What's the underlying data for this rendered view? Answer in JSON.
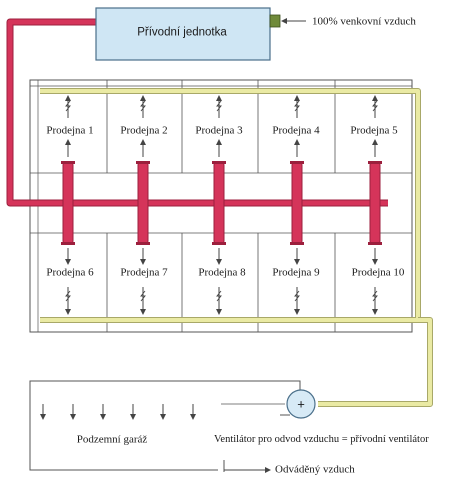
{
  "supply_unit": {
    "label": "Přívodní jednotka",
    "outdoor_air_label": "100% venkovní vzduch"
  },
  "stores": {
    "top_row": [
      "Prodejna 1",
      "Prodejna 2",
      "Prodejna 3",
      "Prodejna 4",
      "Prodejna 5"
    ],
    "bottom_row": [
      "Prodejna 6",
      "Prodejna 7",
      "Prodejna 8",
      "Prodejna 9",
      "Prodejna 10"
    ]
  },
  "garage": {
    "label": "Podzemní garáž"
  },
  "fan": {
    "symbol": "+",
    "label": "Ventilátor pro odvod vzduchu = přívodní ventilátor"
  },
  "exhaust": {
    "label": "Odváděný vzduch"
  },
  "colors": {
    "supply_duct": "#d5345a",
    "supply_duct_edge": "#9c1f3d",
    "transfer_duct": "#eaeaa4",
    "transfer_duct_edge": "#a8a868",
    "unit_fill": "#cfe6f4",
    "unit_edge": "#4a6f8a",
    "damper": "#6f8a3a",
    "outline": "#555555"
  }
}
